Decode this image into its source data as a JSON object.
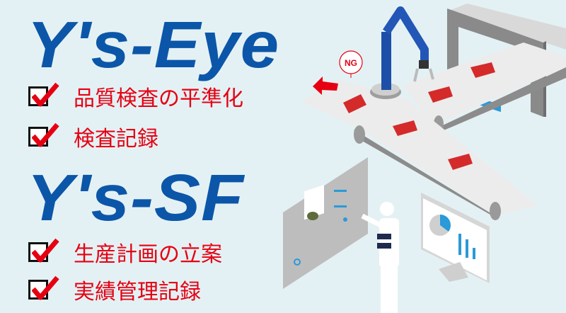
{
  "products": [
    {
      "name": "Y's-Eye",
      "features": [
        "品質検査の平準化",
        "検査記録"
      ]
    },
    {
      "name": "Y's-SF",
      "features": [
        "生産計画の立案",
        "実績管理記録"
      ]
    }
  ],
  "illustration": {
    "ng_label": "NG"
  },
  "colors": {
    "brand_blue": "#0b56a8",
    "feature_red": "#e60012",
    "background": "#e4f1f4"
  }
}
